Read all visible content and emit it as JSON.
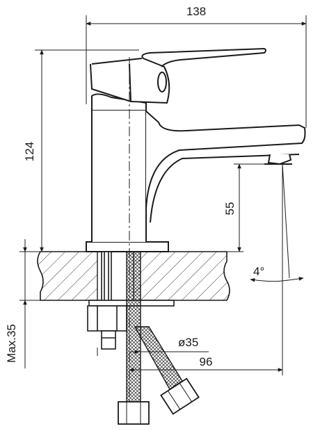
{
  "dimensions": {
    "overall_width": "138",
    "height": "124",
    "spout_clearance": "55",
    "max_thickness": "Max.35",
    "hole_diameter": "ø35",
    "spout_reach": "96",
    "tilt_angle": "4°"
  },
  "colors": {
    "line": "#1a1a1a",
    "hatch": "#333333",
    "background": "#ffffff"
  }
}
